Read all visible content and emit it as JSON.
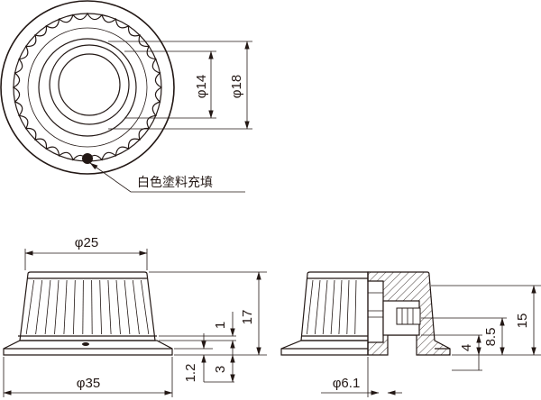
{
  "top_view": {
    "dim_inner": "φ14",
    "dim_outer": "φ18",
    "note": "白色塗料充填"
  },
  "front_view": {
    "dim_top": "φ25",
    "dim_base": "φ35",
    "dim_height": "17",
    "dim_step": "1",
    "dim_flange_thickness": "1.2",
    "dim_flange_offset": "3"
  },
  "section_view": {
    "dim_shaft": "φ6.1",
    "dim_overall": "15",
    "dim_mid": "8.5",
    "dim_low": "4"
  }
}
